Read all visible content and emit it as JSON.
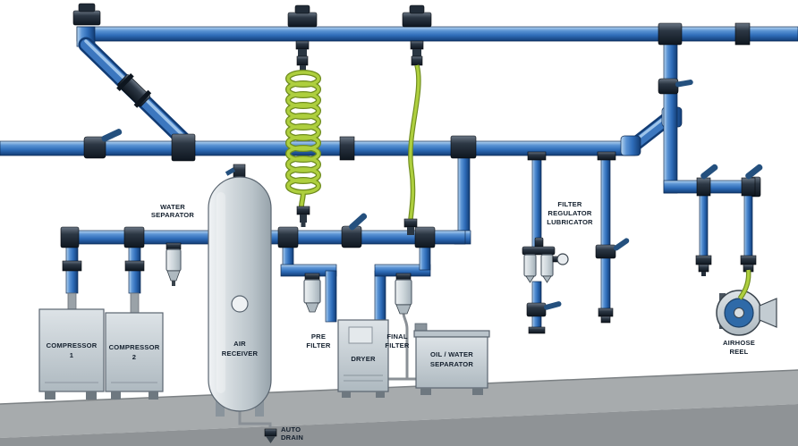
{
  "colors": {
    "pipe_blue": "#2e6cb8",
    "pipe_highlight": "#b9d7f1",
    "pipe_shadow": "#123c74",
    "fitting_dark": "#222c38",
    "valve_lever_blue": "#24507e",
    "hose_green": "#aecf3e",
    "hose_green_dark": "#6f8c1f",
    "equipment_gray": "#ccd5da",
    "floor_gray_top": "#a7abad",
    "floor_gray_front": "#8f9396",
    "label_text": "#14202e",
    "background": "#ffffff"
  },
  "labels": {
    "water_separator": [
      "WATER",
      "SEPARATOR"
    ],
    "compressor_1": [
      "COMPRESSOR",
      "1"
    ],
    "compressor_2": [
      "COMPRESSOR",
      "2"
    ],
    "air_receiver": [
      "AIR",
      "RECEIVER"
    ],
    "pre_filter": [
      "PRE",
      "FILTER"
    ],
    "dryer": [
      "DRYER"
    ],
    "final_filter": [
      "FINAL",
      "FILTER"
    ],
    "oil_water_separator": [
      "OIL / WATER",
      "SEPARATOR"
    ],
    "auto_drain": [
      "AUTO",
      "DRAIN"
    ],
    "filter_regulator_lubricator": [
      "FILTER",
      "REGULATOR",
      "LUBRICATOR"
    ],
    "airhose_reel": [
      "AIRHOSE",
      "REEL"
    ]
  }
}
